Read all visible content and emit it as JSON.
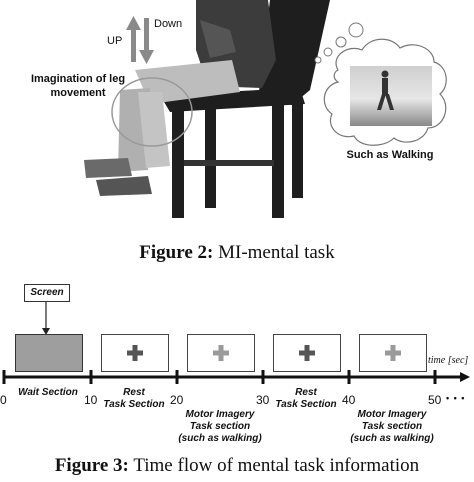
{
  "figure2": {
    "arrow_up_label": "UP",
    "arrow_down_label": "Down",
    "imagination_label": "Imagination of leg movement",
    "thought_label": "Such as Walking",
    "caption_prefix": "Figure 2:",
    "caption_text": "MI-mental task"
  },
  "figure3": {
    "screen_label": "Screen",
    "axis_label": "time [sec]",
    "ellipsis": "• • •",
    "ticks": [
      "0",
      "10",
      "20",
      "30",
      "40",
      "50"
    ],
    "sections": {
      "wait": "Wait Section",
      "rest1_line1": "Rest",
      "rest1_line2": "Task Section",
      "mi1_line1": "Motor Imagery",
      "mi1_line2": "Task section",
      "mi1_line3": "(such as walking)",
      "rest2_line1": "Rest",
      "rest2_line2": "Task Section",
      "mi2_line1": "Motor Imagery",
      "mi2_line2": "Task section",
      "mi2_line3": "(such as walking)"
    },
    "caption_prefix": "Figure 3:",
    "caption_text": "Time flow of mental task information"
  },
  "colors": {
    "cross_dark": "#555555",
    "cross_light": "#9a9a9a",
    "wait_box": "#9e9e9e"
  }
}
